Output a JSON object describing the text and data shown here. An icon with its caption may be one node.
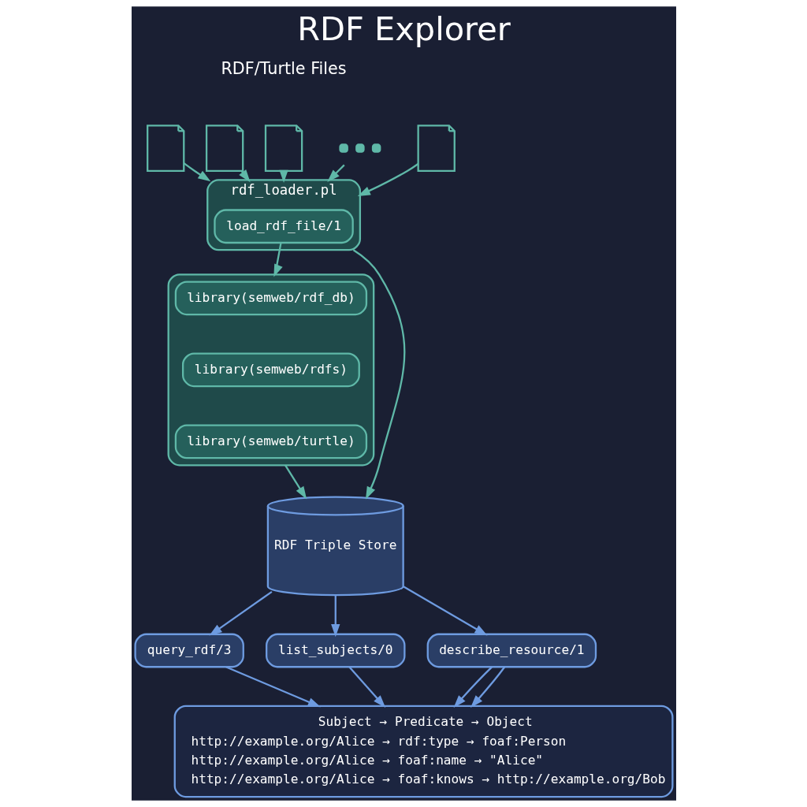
{
  "diagram": {
    "title": "RDF Explorer",
    "nodes": [
      {
        "text": [],
        "shape": "document"
      },
      {
        "text": [],
        "shape": "document"
      },
      {
        "text": [],
        "shape": "document"
      },
      {
        "text": [],
        "shape": "dots"
      },
      {
        "text": [],
        "shape": "document"
      },
      {
        "text": [
          "rdf_loader.pl"
        ]
      },
      {
        "text": [
          "load_rdf_file/1"
        ],
        "in": 5
      },
      {
        "text": [],
        "shape": "box"
      },
      {
        "text": [
          "library(semweb/rdf_db)"
        ],
        "in": 7
      },
      {
        "text": [
          "library(semweb/rdfs)"
        ],
        "in": 7
      },
      {
        "text": [
          "library(semweb/turtle)"
        ],
        "in": 7
      },
      {
        "text": [
          "RDF Triple Store"
        ]
      },
      {
        "text": [
          "query_rdf/3"
        ]
      },
      {
        "text": [
          "list_subjects/0"
        ]
      },
      {
        "text": [
          "describe_resource/1"
        ]
      },
      {
        "text": [
          "Subject → Predicate → Object",
          "http://example.org/Alice → rdf:type → foaf:Person",
          "http://example.org/Alice → foaf:name → \"Alice\"",
          "http://example.org/Alice → foaf:knows → http://example.org/Bob"
        ]
      }
    ],
    "edges": [
      {
        "from": 0,
        "to": 5,
        "arrow": "to"
      },
      {
        "from": 1,
        "to": 5,
        "arrow": "to"
      },
      {
        "from": 2,
        "to": 5,
        "arrow": "to"
      },
      {
        "from": 3,
        "to": 5,
        "arrow": "to"
      },
      {
        "from": 4,
        "to": 5,
        "arrow": "to"
      },
      {
        "from": 6,
        "to": 7,
        "arrow": "to"
      },
      {
        "from": 5,
        "to": 11,
        "arrow": "to"
      },
      {
        "from": 7,
        "to": 11,
        "arrow": "to"
      },
      {
        "from": 11,
        "to": 12,
        "arrow": "to",
        "color": "#6e9be0"
      },
      {
        "from": 11,
        "to": 13,
        "arrow": "to",
        "color": "#6e9be0"
      },
      {
        "from": 11,
        "to": 14,
        "arrow": "to",
        "color": "#6e9be0"
      },
      {
        "from": 14,
        "to": 15,
        "arrow": "to",
        "color": "#6e9be0"
      },
      {
        "from": 12,
        "to": 15,
        "arrow": "to",
        "color": "#6e9be0"
      },
      {
        "from": 13,
        "to": 15,
        "arrow": "to",
        "color": "#6e9be0"
      },
      {
        "from": 14,
        "to": 15,
        "arrow": "to",
        "color": "#6e9be0"
      }
    ],
    "labels": [
      "RDF/Turtle Files"
    ]
  }
}
